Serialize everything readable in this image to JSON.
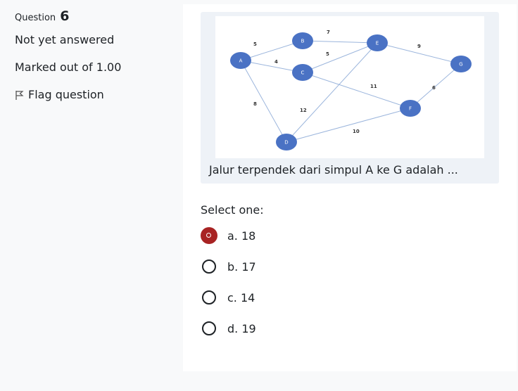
{
  "info": {
    "question_label": "Question",
    "question_number": "6",
    "state": "Not yet answered",
    "grade": "Marked out of 1.00",
    "flag": "Flag question"
  },
  "question": {
    "text": "Jalur terpendek dari simpul A ke G adalah ...",
    "prompt": "Select one:",
    "options": [
      {
        "label": "a. 18",
        "selected": true
      },
      {
        "label": "b. 17",
        "selected": false
      },
      {
        "label": "c. 14",
        "selected": false
      },
      {
        "label": "d. 19",
        "selected": false
      }
    ]
  },
  "graph": {
    "nodes": [
      "A",
      "B",
      "C",
      "D",
      "E",
      "F",
      "G"
    ],
    "edges": [
      {
        "from": "A",
        "to": "B",
        "weight": "5"
      },
      {
        "from": "A",
        "to": "C",
        "weight": "4"
      },
      {
        "from": "A",
        "to": "D",
        "weight": "8"
      },
      {
        "from": "B",
        "to": "E",
        "weight": "7"
      },
      {
        "from": "C",
        "to": "E",
        "weight": "5"
      },
      {
        "from": "C",
        "to": "F",
        "weight": "11"
      },
      {
        "from": "D",
        "to": "E",
        "weight": "12"
      },
      {
        "from": "D",
        "to": "F",
        "weight": "10"
      },
      {
        "from": "E",
        "to": "G",
        "weight": "9"
      },
      {
        "from": "F",
        "to": "G",
        "weight": "6"
      }
    ],
    "node_color": "#4a72c4",
    "edge_color": "#9bb5dc"
  },
  "colors": {
    "accent": "#a82323"
  }
}
